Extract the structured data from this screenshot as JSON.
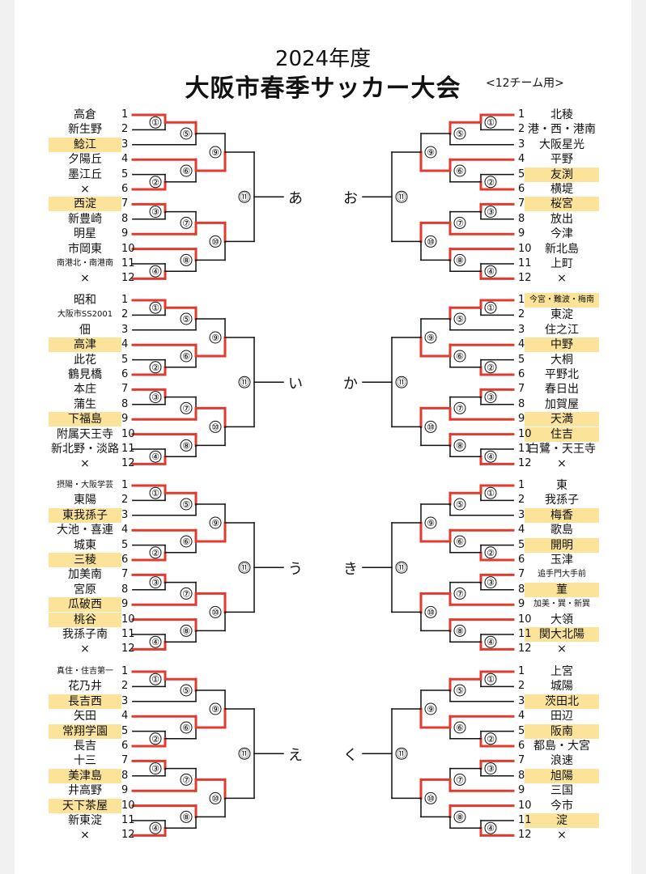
{
  "header": {
    "year": "2024年度",
    "title": "大阪市春季サッカー大会",
    "subtitle": "<12チーム用>"
  },
  "colors": {
    "winner_line": "#e03b2f",
    "line": "#111111",
    "highlight": "#fbe39a"
  },
  "blocks": [
    {
      "label": "あ",
      "side": "left",
      "teams": [
        {
          "seed": "1",
          "name": "高倉",
          "hl": false
        },
        {
          "seed": "2",
          "name": "新生野",
          "hl": false
        },
        {
          "seed": "3",
          "name": "鯰江",
          "hl": true
        },
        {
          "seed": "4",
          "name": "夕陽丘",
          "hl": false
        },
        {
          "seed": "5",
          "name": "墨江丘",
          "hl": false
        },
        {
          "seed": "6",
          "name": "×",
          "hl": false
        },
        {
          "seed": "7",
          "name": "西淀",
          "hl": true
        },
        {
          "seed": "8",
          "name": "新豊崎",
          "hl": false
        },
        {
          "seed": "9",
          "name": "明星",
          "hl": false
        },
        {
          "seed": "10",
          "name": "市岡東",
          "hl": false
        },
        {
          "seed": "11",
          "name": "南港北・南港南",
          "hl": false,
          "small": true
        },
        {
          "seed": "12",
          "name": "×",
          "hl": false
        }
      ]
    },
    {
      "label": "い",
      "side": "left",
      "teams": [
        {
          "seed": "1",
          "name": "昭和",
          "hl": false
        },
        {
          "seed": "2",
          "name": "大阪市SS2001",
          "hl": false,
          "small": true
        },
        {
          "seed": "3",
          "name": "佃",
          "hl": false
        },
        {
          "seed": "4",
          "name": "高津",
          "hl": true
        },
        {
          "seed": "5",
          "name": "此花",
          "hl": false
        },
        {
          "seed": "6",
          "name": "鶴見橋",
          "hl": false
        },
        {
          "seed": "7",
          "name": "本庄",
          "hl": false
        },
        {
          "seed": "8",
          "name": "蒲生",
          "hl": false
        },
        {
          "seed": "9",
          "name": "下福島",
          "hl": true
        },
        {
          "seed": "10",
          "name": "附属天王寺",
          "hl": false
        },
        {
          "seed": "11",
          "name": "新北野・淡路",
          "hl": false
        },
        {
          "seed": "12",
          "name": "×",
          "hl": false
        }
      ]
    },
    {
      "label": "う",
      "side": "left",
      "teams": [
        {
          "seed": "1",
          "name": "摂陽・大阪学芸",
          "hl": false,
          "small": true
        },
        {
          "seed": "2",
          "name": "東陽",
          "hl": false
        },
        {
          "seed": "3",
          "name": "東我孫子",
          "hl": true
        },
        {
          "seed": "4",
          "name": "大池・喜連",
          "hl": false
        },
        {
          "seed": "5",
          "name": "城東",
          "hl": false
        },
        {
          "seed": "6",
          "name": "三稜",
          "hl": true
        },
        {
          "seed": "7",
          "name": "加美南",
          "hl": false
        },
        {
          "seed": "8",
          "name": "宮原",
          "hl": false
        },
        {
          "seed": "9",
          "name": "瓜破西",
          "hl": true
        },
        {
          "seed": "10",
          "name": "桃谷",
          "hl": true
        },
        {
          "seed": "11",
          "name": "我孫子南",
          "hl": false
        },
        {
          "seed": "12",
          "name": "×",
          "hl": false
        }
      ]
    },
    {
      "label": "え",
      "side": "left",
      "teams": [
        {
          "seed": "1",
          "name": "真住・住吉第一",
          "hl": false,
          "small": true
        },
        {
          "seed": "2",
          "name": "花乃井",
          "hl": false
        },
        {
          "seed": "3",
          "name": "長吉西",
          "hl": true
        },
        {
          "seed": "4",
          "name": "矢田",
          "hl": false
        },
        {
          "seed": "5",
          "name": "常翔学園",
          "hl": true
        },
        {
          "seed": "6",
          "name": "長吉",
          "hl": false
        },
        {
          "seed": "7",
          "name": "十三",
          "hl": false
        },
        {
          "seed": "8",
          "name": "美津島",
          "hl": true
        },
        {
          "seed": "9",
          "name": "井高野",
          "hl": false
        },
        {
          "seed": "10",
          "name": "天下茶屋",
          "hl": true
        },
        {
          "seed": "11",
          "name": "新東淀",
          "hl": false
        },
        {
          "seed": "12",
          "name": "×",
          "hl": false
        }
      ]
    },
    {
      "label": "お",
      "side": "right",
      "teams": [
        {
          "seed": "1",
          "name": "北稜",
          "hl": false
        },
        {
          "seed": "2",
          "name": "港・西・港南",
          "hl": false
        },
        {
          "seed": "3",
          "name": "大阪星光",
          "hl": false
        },
        {
          "seed": "4",
          "name": "平野",
          "hl": false
        },
        {
          "seed": "5",
          "name": "友渕",
          "hl": true
        },
        {
          "seed": "6",
          "name": "横堤",
          "hl": false
        },
        {
          "seed": "7",
          "name": "桜宮",
          "hl": true
        },
        {
          "seed": "8",
          "name": "放出",
          "hl": false
        },
        {
          "seed": "9",
          "name": "今津",
          "hl": false
        },
        {
          "seed": "10",
          "name": "新北島",
          "hl": false
        },
        {
          "seed": "11",
          "name": "上町",
          "hl": false
        },
        {
          "seed": "12",
          "name": "×",
          "hl": false
        }
      ]
    },
    {
      "label": "か",
      "side": "right",
      "teams": [
        {
          "seed": "1",
          "name": "今宮・難波・梅南",
          "hl": true,
          "small": true
        },
        {
          "seed": "2",
          "name": "東淀",
          "hl": false
        },
        {
          "seed": "3",
          "name": "住之江",
          "hl": false
        },
        {
          "seed": "4",
          "name": "中野",
          "hl": true
        },
        {
          "seed": "5",
          "name": "大桐",
          "hl": false
        },
        {
          "seed": "6",
          "name": "平野北",
          "hl": false
        },
        {
          "seed": "7",
          "name": "春日出",
          "hl": false
        },
        {
          "seed": "8",
          "name": "加賀屋",
          "hl": false
        },
        {
          "seed": "9",
          "name": "天満",
          "hl": true
        },
        {
          "seed": "10",
          "name": "住吉",
          "hl": true
        },
        {
          "seed": "11",
          "name": "白鷺・天王寺",
          "hl": false
        },
        {
          "seed": "12",
          "name": "×",
          "hl": false
        }
      ]
    },
    {
      "label": "き",
      "side": "right",
      "teams": [
        {
          "seed": "1",
          "name": "東",
          "hl": false
        },
        {
          "seed": "2",
          "name": "我孫子",
          "hl": false
        },
        {
          "seed": "3",
          "name": "梅香",
          "hl": true
        },
        {
          "seed": "4",
          "name": "歌島",
          "hl": false
        },
        {
          "seed": "5",
          "name": "開明",
          "hl": true
        },
        {
          "seed": "6",
          "name": "玉津",
          "hl": false
        },
        {
          "seed": "7",
          "name": "追手門大手前",
          "hl": false,
          "small": true
        },
        {
          "seed": "8",
          "name": "菫",
          "hl": true
        },
        {
          "seed": "9",
          "name": "加美・巽・新巽",
          "hl": false,
          "small": true
        },
        {
          "seed": "10",
          "name": "大領",
          "hl": false
        },
        {
          "seed": "11",
          "name": "関大北陽",
          "hl": true
        },
        {
          "seed": "12",
          "name": "×",
          "hl": false
        }
      ]
    },
    {
      "label": "く",
      "side": "right",
      "teams": [
        {
          "seed": "1",
          "name": "上宮",
          "hl": false
        },
        {
          "seed": "2",
          "name": "城陽",
          "hl": false
        },
        {
          "seed": "3",
          "name": "茨田北",
          "hl": true
        },
        {
          "seed": "4",
          "name": "田辺",
          "hl": false
        },
        {
          "seed": "5",
          "name": "阪南",
          "hl": true
        },
        {
          "seed": "6",
          "name": "都島・大宮",
          "hl": false
        },
        {
          "seed": "7",
          "name": "浪速",
          "hl": false
        },
        {
          "seed": "8",
          "name": "旭陽",
          "hl": true
        },
        {
          "seed": "9",
          "name": "三国",
          "hl": false
        },
        {
          "seed": "10",
          "name": "今市",
          "hl": false
        },
        {
          "seed": "11",
          "name": "淀",
          "hl": true
        },
        {
          "seed": "12",
          "name": "×",
          "hl": false
        }
      ]
    }
  ],
  "match_labels": [
    "①",
    "②",
    "③",
    "④",
    "⑤",
    "⑥",
    "⑦",
    "⑧",
    "⑨",
    "⑩",
    "⑪"
  ]
}
